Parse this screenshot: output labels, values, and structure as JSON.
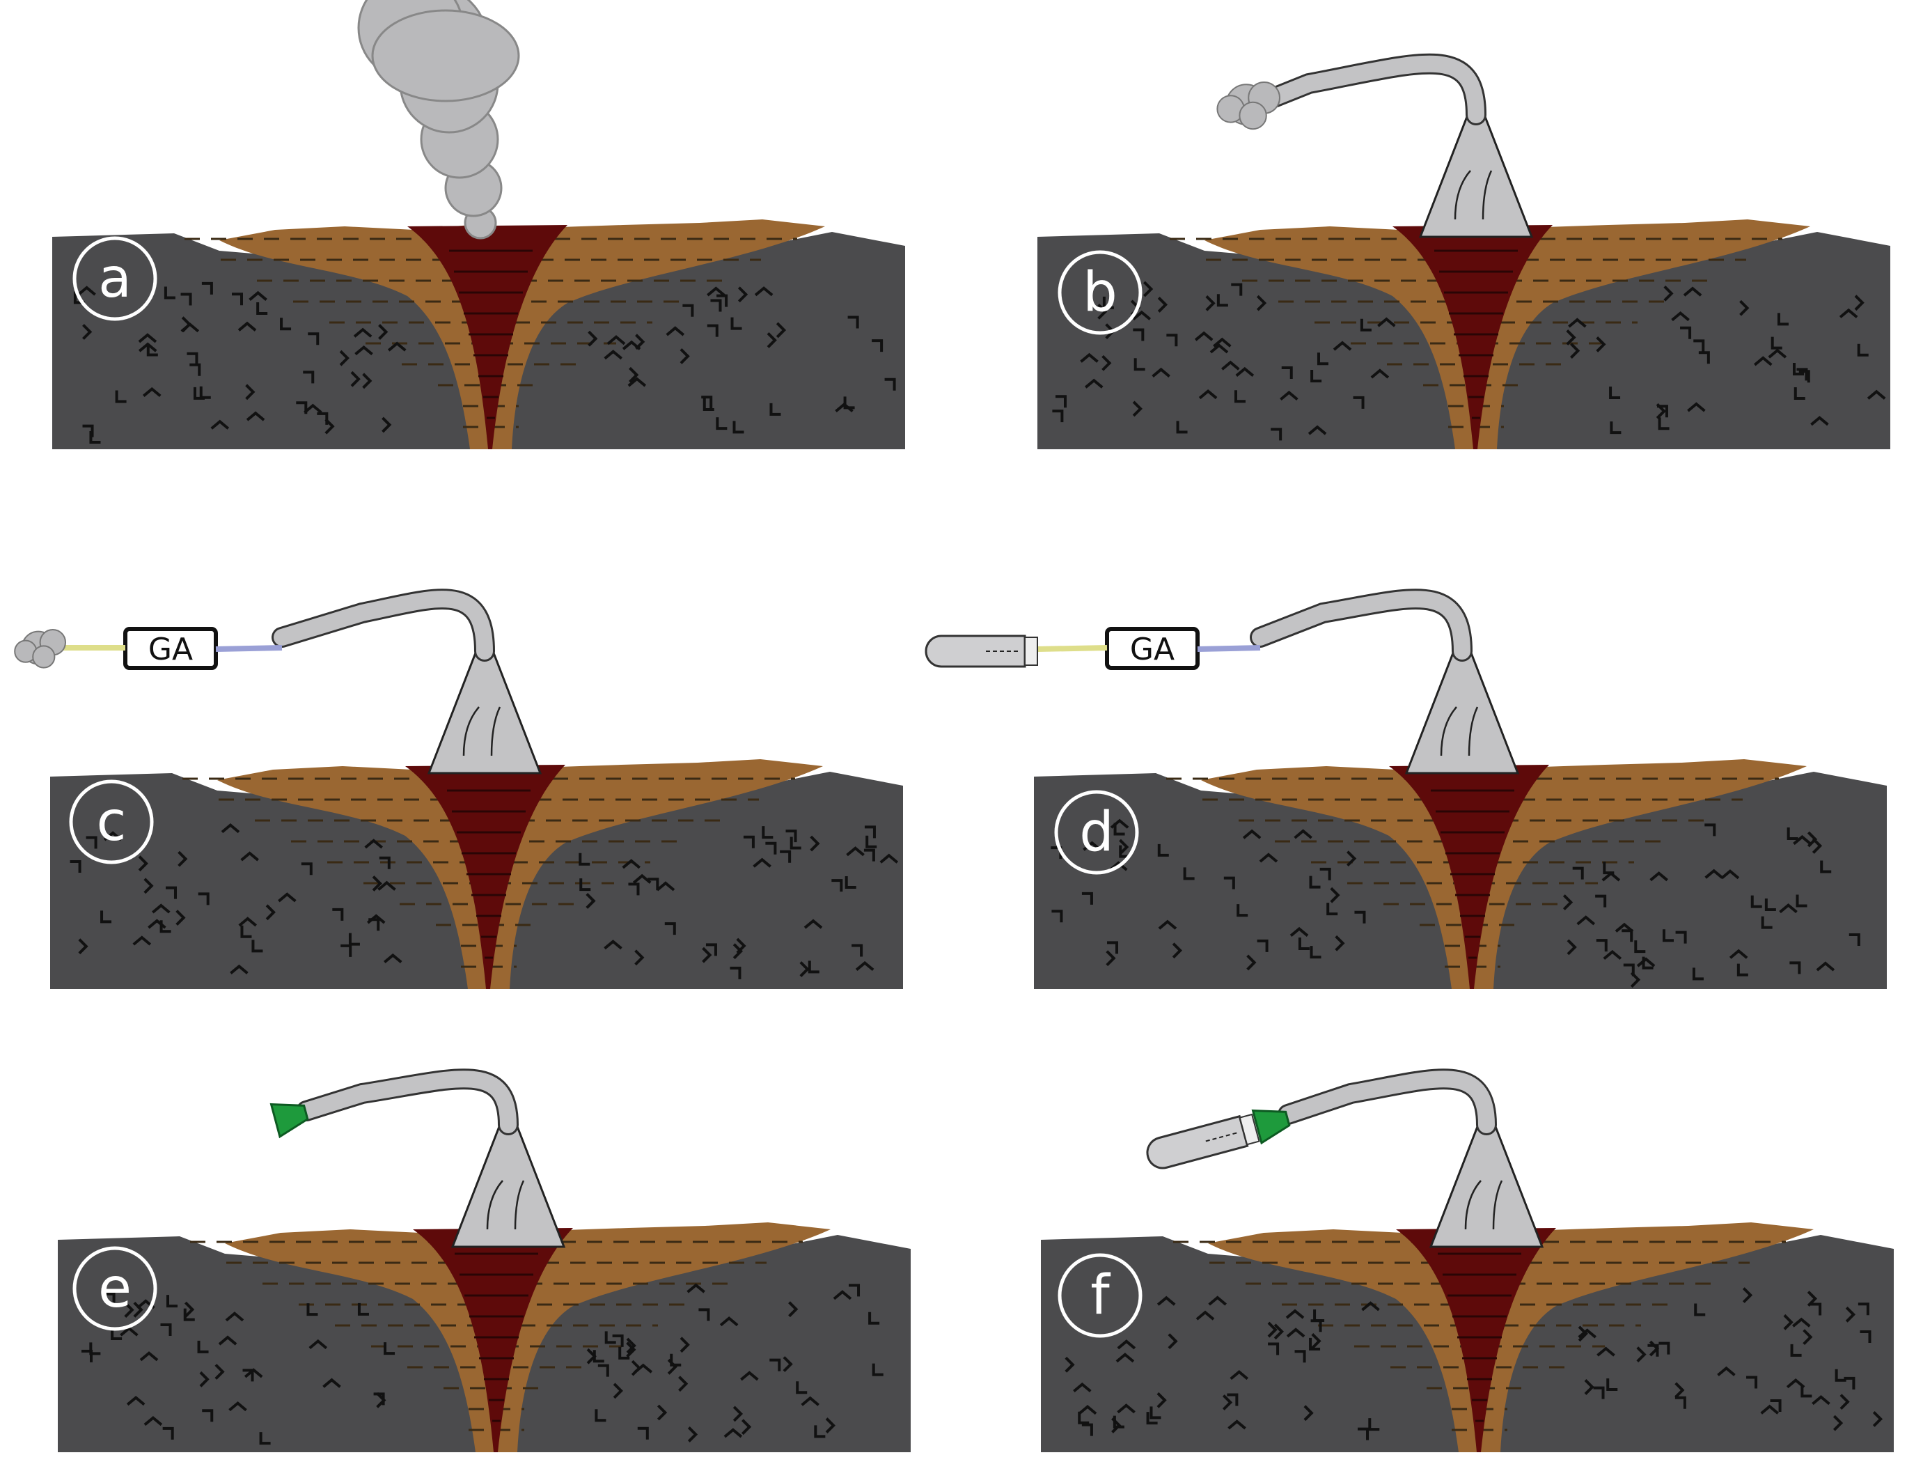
{
  "figure": {
    "panels": [
      {
        "id": "a",
        "label": "a",
        "plume": "smoke",
        "chamber": false,
        "analyzer": false,
        "sample_container": false,
        "green_cap": false
      },
      {
        "id": "b",
        "label": "b",
        "plume": "vented",
        "chamber": true,
        "analyzer": false,
        "sample_container": false,
        "green_cap": false
      },
      {
        "id": "c",
        "label": "c",
        "plume": "vented",
        "chamber": true,
        "analyzer": true,
        "sample_container": false,
        "green_cap": false
      },
      {
        "id": "d",
        "label": "d",
        "plume": "none",
        "chamber": true,
        "analyzer": true,
        "sample_container": true,
        "green_cap": false
      },
      {
        "id": "e",
        "label": "e",
        "plume": "none",
        "chamber": true,
        "analyzer": false,
        "sample_container": false,
        "green_cap": true
      },
      {
        "id": "f",
        "label": "f",
        "plume": "none",
        "chamber": true,
        "analyzer": false,
        "sample_container": true,
        "green_cap": true
      }
    ],
    "analyzer_label": "GA",
    "colors": {
      "bedrock": "#4b4b4d",
      "sediment": "#9a6732",
      "conduit": "#5e0a0a",
      "gas": "#b9b9bb",
      "chamber": "#c3c3c5",
      "cap": "#1e9a3c",
      "analyzer_fill": "#ffffff",
      "yellow_tube": "#dede8a",
      "blue_tube": "#9aa0d6"
    }
  }
}
